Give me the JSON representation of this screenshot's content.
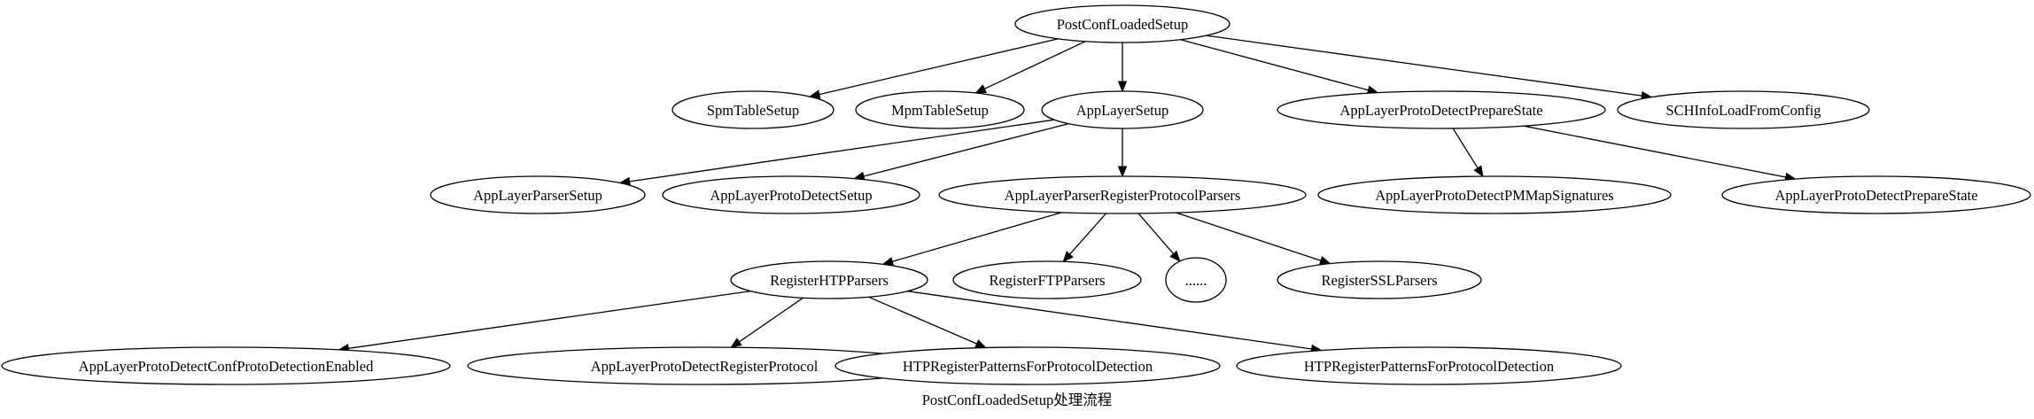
{
  "diagram": {
    "type": "call-graph",
    "caption": "PostConfLoadedSetup处理流程",
    "nodes": [
      {
        "id": "n0",
        "label": "PostConfLoadedSetup"
      },
      {
        "id": "n1",
        "label": "SpmTableSetup"
      },
      {
        "id": "n2",
        "label": "MpmTableSetup"
      },
      {
        "id": "n3",
        "label": "AppLayerSetup"
      },
      {
        "id": "n4",
        "label": "AppLayerProtoDetectPrepareState"
      },
      {
        "id": "n5",
        "label": "SCHInfoLoadFromConfig"
      },
      {
        "id": "n6",
        "label": "AppLayerParserSetup"
      },
      {
        "id": "n7",
        "label": "AppLayerProtoDetectSetup"
      },
      {
        "id": "n8",
        "label": "AppLayerParserRegisterProtocolParsers"
      },
      {
        "id": "n9",
        "label": "AppLayerProtoDetectPMMapSignatures"
      },
      {
        "id": "n10",
        "label": "AppLayerProtoDetectPrepareState"
      },
      {
        "id": "n11",
        "label": "RegisterHTPParsers"
      },
      {
        "id": "n12",
        "label": "RegisterFTPParsers"
      },
      {
        "id": "n13",
        "label": "......"
      },
      {
        "id": "n14",
        "label": "RegisterSSLParsers"
      },
      {
        "id": "n15",
        "label": "AppLayerProtoDetectConfProtoDetectionEnabled"
      },
      {
        "id": "n16",
        "label": "AppLayerProtoDetectRegisterProtocol"
      },
      {
        "id": "n17",
        "label": "HTPRegisterPatternsForProtocolDetection"
      },
      {
        "id": "n18",
        "label": "HTPRegisterPatternsForProtocolDetection"
      }
    ],
    "edges": [
      {
        "from": "n0",
        "to": "n1"
      },
      {
        "from": "n0",
        "to": "n2"
      },
      {
        "from": "n0",
        "to": "n3"
      },
      {
        "from": "n0",
        "to": "n4"
      },
      {
        "from": "n0",
        "to": "n5"
      },
      {
        "from": "n3",
        "to": "n6"
      },
      {
        "from": "n3",
        "to": "n7"
      },
      {
        "from": "n3",
        "to": "n8"
      },
      {
        "from": "n4",
        "to": "n9"
      },
      {
        "from": "n4",
        "to": "n10"
      },
      {
        "from": "n8",
        "to": "n11"
      },
      {
        "from": "n8",
        "to": "n12"
      },
      {
        "from": "n8",
        "to": "n13"
      },
      {
        "from": "n8",
        "to": "n14"
      },
      {
        "from": "n11",
        "to": "n15"
      },
      {
        "from": "n11",
        "to": "n16"
      },
      {
        "from": "n11",
        "to": "n17"
      },
      {
        "from": "n11",
        "to": "n18"
      }
    ]
  }
}
